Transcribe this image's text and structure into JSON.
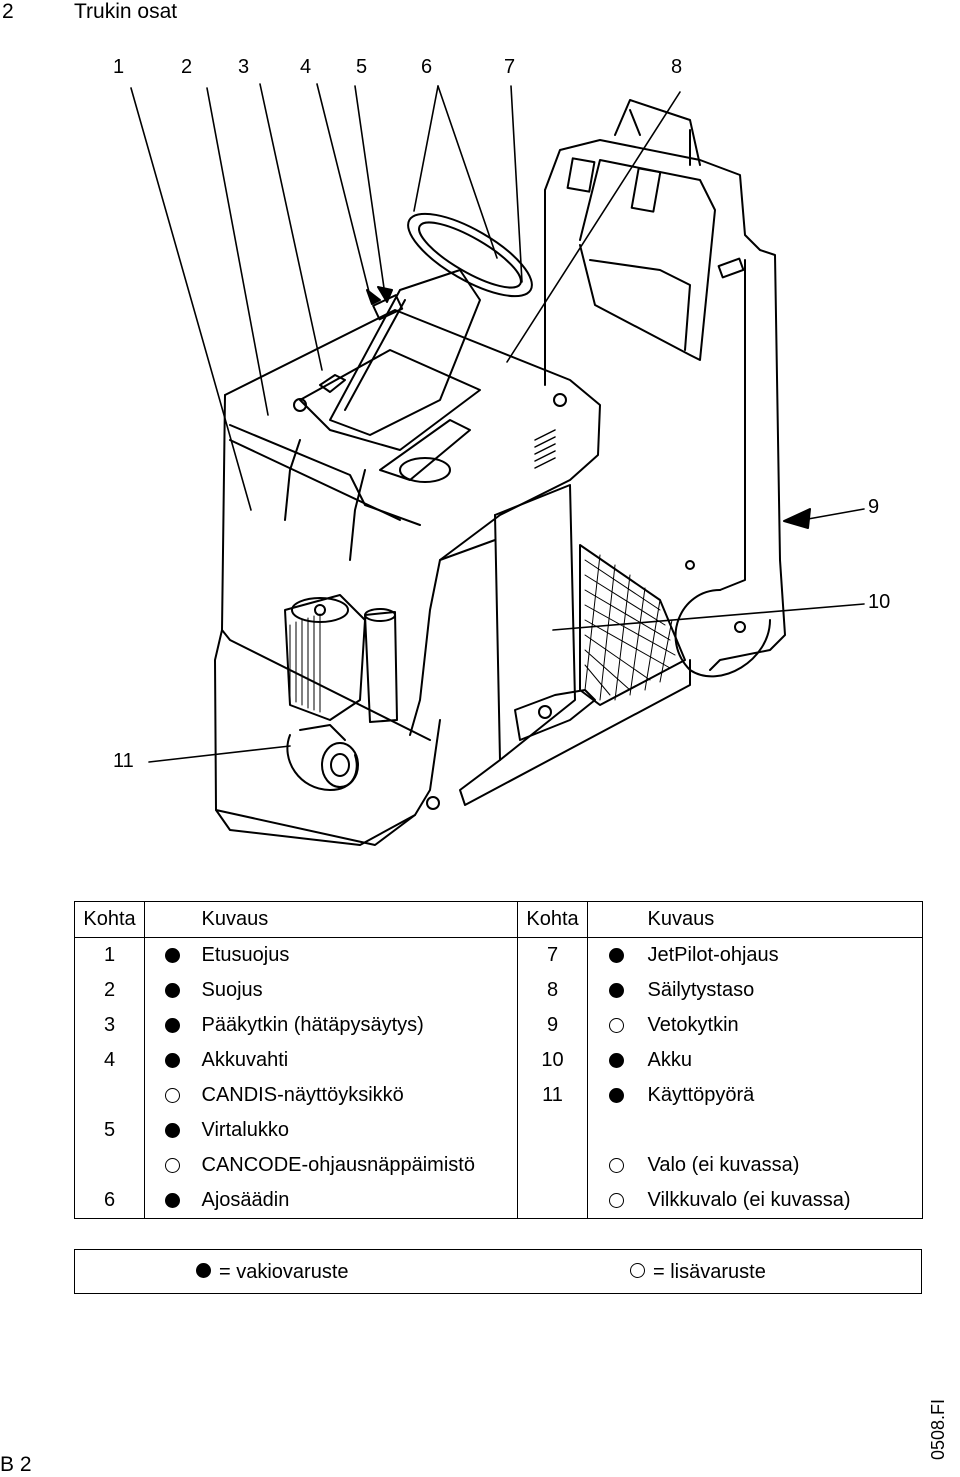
{
  "header": {
    "section_number": "2",
    "section_title": "Trukin osat"
  },
  "callouts": [
    "1",
    "2",
    "3",
    "4",
    "5",
    "6",
    "7",
    "8",
    "9",
    "10",
    "11"
  ],
  "table": {
    "headers": {
      "item": "Kohta",
      "desc": "Kuvaus"
    },
    "left": [
      {
        "num": "1",
        "sym": "standard",
        "label": "Etusuojus"
      },
      {
        "num": "2",
        "sym": "standard",
        "label": "Suojus"
      },
      {
        "num": "3",
        "sym": "standard",
        "label": "Pääkytkin (hätäpysäytys)"
      },
      {
        "num": "4",
        "sym": "standard",
        "label": "Akkuvahti"
      },
      {
        "num": "",
        "sym": "optional",
        "label": "CANDIS-näyttöyksikkö"
      },
      {
        "num": "5",
        "sym": "standard",
        "label": "Virtalukko"
      },
      {
        "num": "",
        "sym": "optional",
        "label": "CANCODE-ohjausnäppäimistö"
      },
      {
        "num": "6",
        "sym": "standard",
        "label": "Ajosäädin"
      }
    ],
    "right": [
      {
        "num": "7",
        "sym": "standard",
        "label": "JetPilot-ohjaus"
      },
      {
        "num": "8",
        "sym": "standard",
        "label": "Säilytystaso"
      },
      {
        "num": "9",
        "sym": "optional",
        "label": "Vetokytkin"
      },
      {
        "num": "10",
        "sym": "standard",
        "label": "Akku"
      },
      {
        "num": "11",
        "sym": "standard",
        "label": "Käyttöpyörä"
      },
      {
        "num": "",
        "sym": "",
        "label": ""
      },
      {
        "num": "",
        "sym": "optional",
        "label": "Valo (ei kuvassa)"
      },
      {
        "num": "",
        "sym": "optional",
        "label": "Vilkkuvalo (ei kuvassa)"
      }
    ]
  },
  "legend": {
    "standard": "= vakiovaruste",
    "optional": "= lisävaruste"
  },
  "doc_ref": "0508.FI",
  "page_ref": "B 2"
}
